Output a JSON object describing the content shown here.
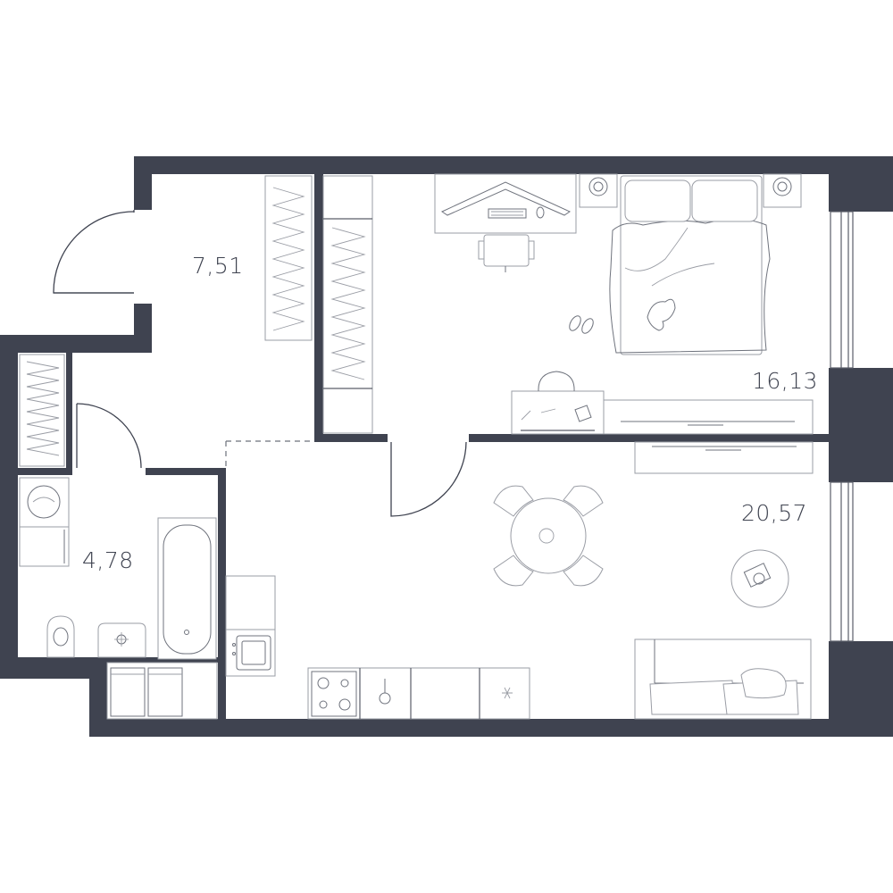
{
  "floor_plan": {
    "colors": {
      "wall": "#3f4350",
      "furniture_stroke": "#9a9da5",
      "background": "#ffffff"
    },
    "rooms": [
      {
        "id": "hallway",
        "area": "7,51"
      },
      {
        "id": "bedroom",
        "area": "16,13"
      },
      {
        "id": "bathroom",
        "area": "4,78"
      },
      {
        "id": "kitchen-living",
        "area": "20,57"
      }
    ],
    "icons": [
      "wardrobe-icon",
      "desk-icon",
      "keyboard-icon",
      "mouse-icon",
      "chair-icon",
      "bed-icon",
      "pillow-icon",
      "nightstand-icon",
      "cat-icon",
      "slippers-icon",
      "dresser-icon",
      "tv-icon",
      "dining-table-icon",
      "dining-chair-icon",
      "coffee-table-icon",
      "sofa-icon",
      "cooktop-icon",
      "sink-icon",
      "bathtub-icon",
      "toilet-icon",
      "washbasin-icon",
      "washing-machine-icon",
      "window-icon",
      "door-swing-icon"
    ]
  }
}
